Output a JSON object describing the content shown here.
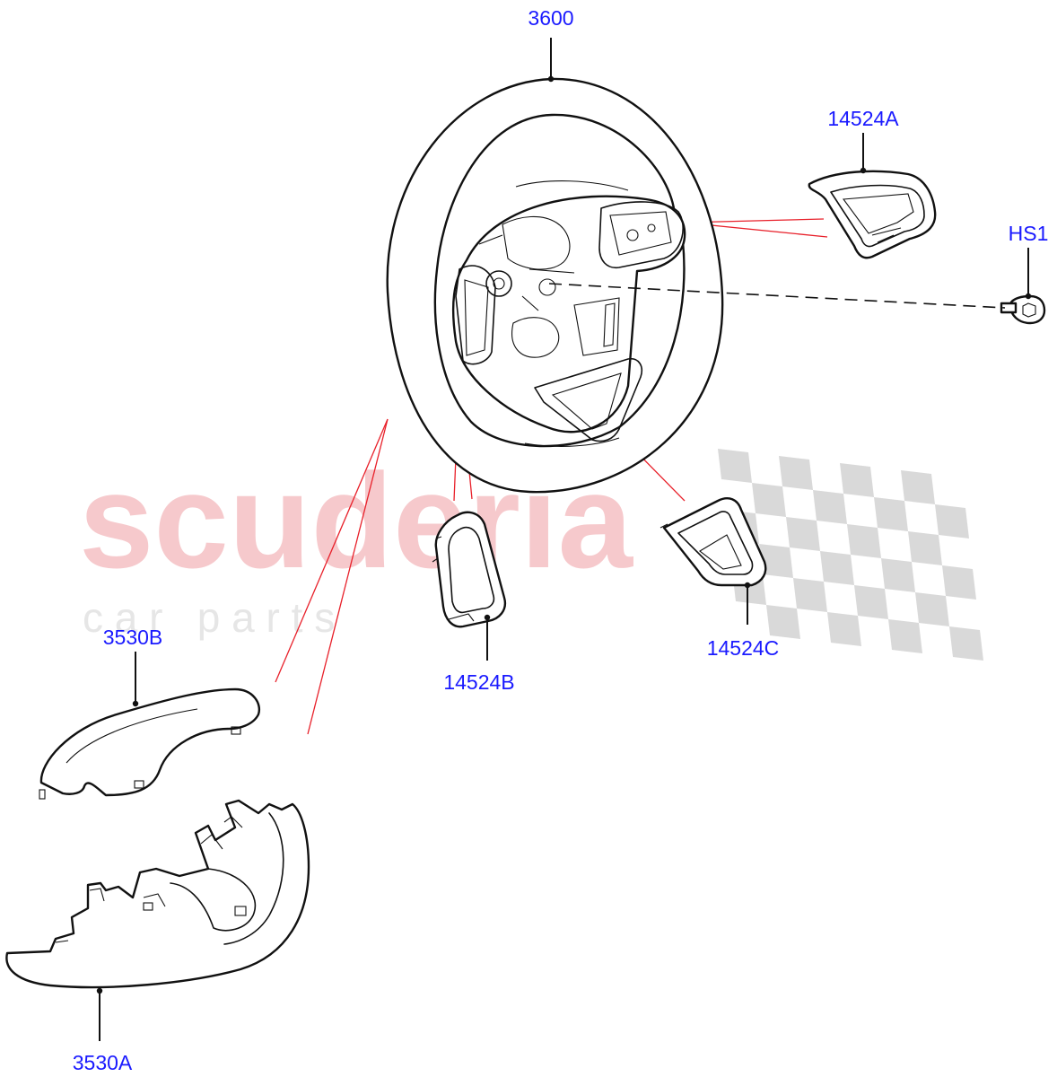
{
  "watermark": {
    "brand": "scuderia",
    "tagline": "c a r   p a r t s"
  },
  "callouts": {
    "wheel": "3600",
    "switch_pack_right": "14524A",
    "screw": "HS1",
    "switch_pack_left": "14524B",
    "switch_pack_lower": "14524C",
    "column_cover_upper": "3530B",
    "column_cover_lower": "3530A"
  },
  "colors": {
    "callout_text": "#1a1aff",
    "part_lines": "#111111",
    "reference_lines": "#e8202a",
    "watermark_text": "#f6c9cc",
    "watermark_checker": "#d9d9d9"
  }
}
